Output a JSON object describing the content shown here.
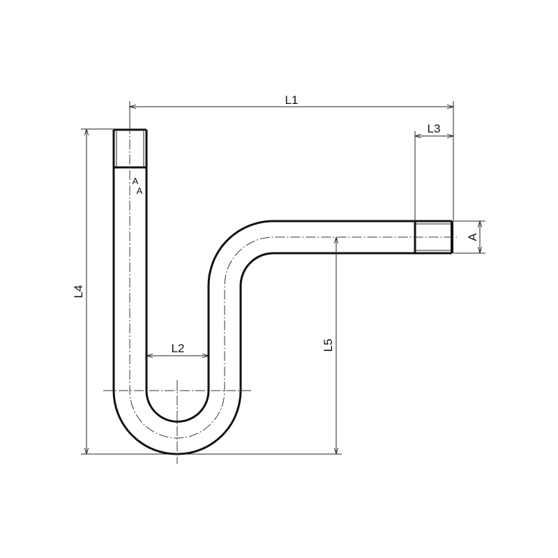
{
  "drawing": {
    "dimensions": {
      "l1": "L1",
      "l2": "L2",
      "l3": "L3",
      "l4": "L4",
      "l5": "L5",
      "a_side": "A"
    },
    "section_marks": [
      "A",
      "A"
    ],
    "line_color": "#111111"
  }
}
